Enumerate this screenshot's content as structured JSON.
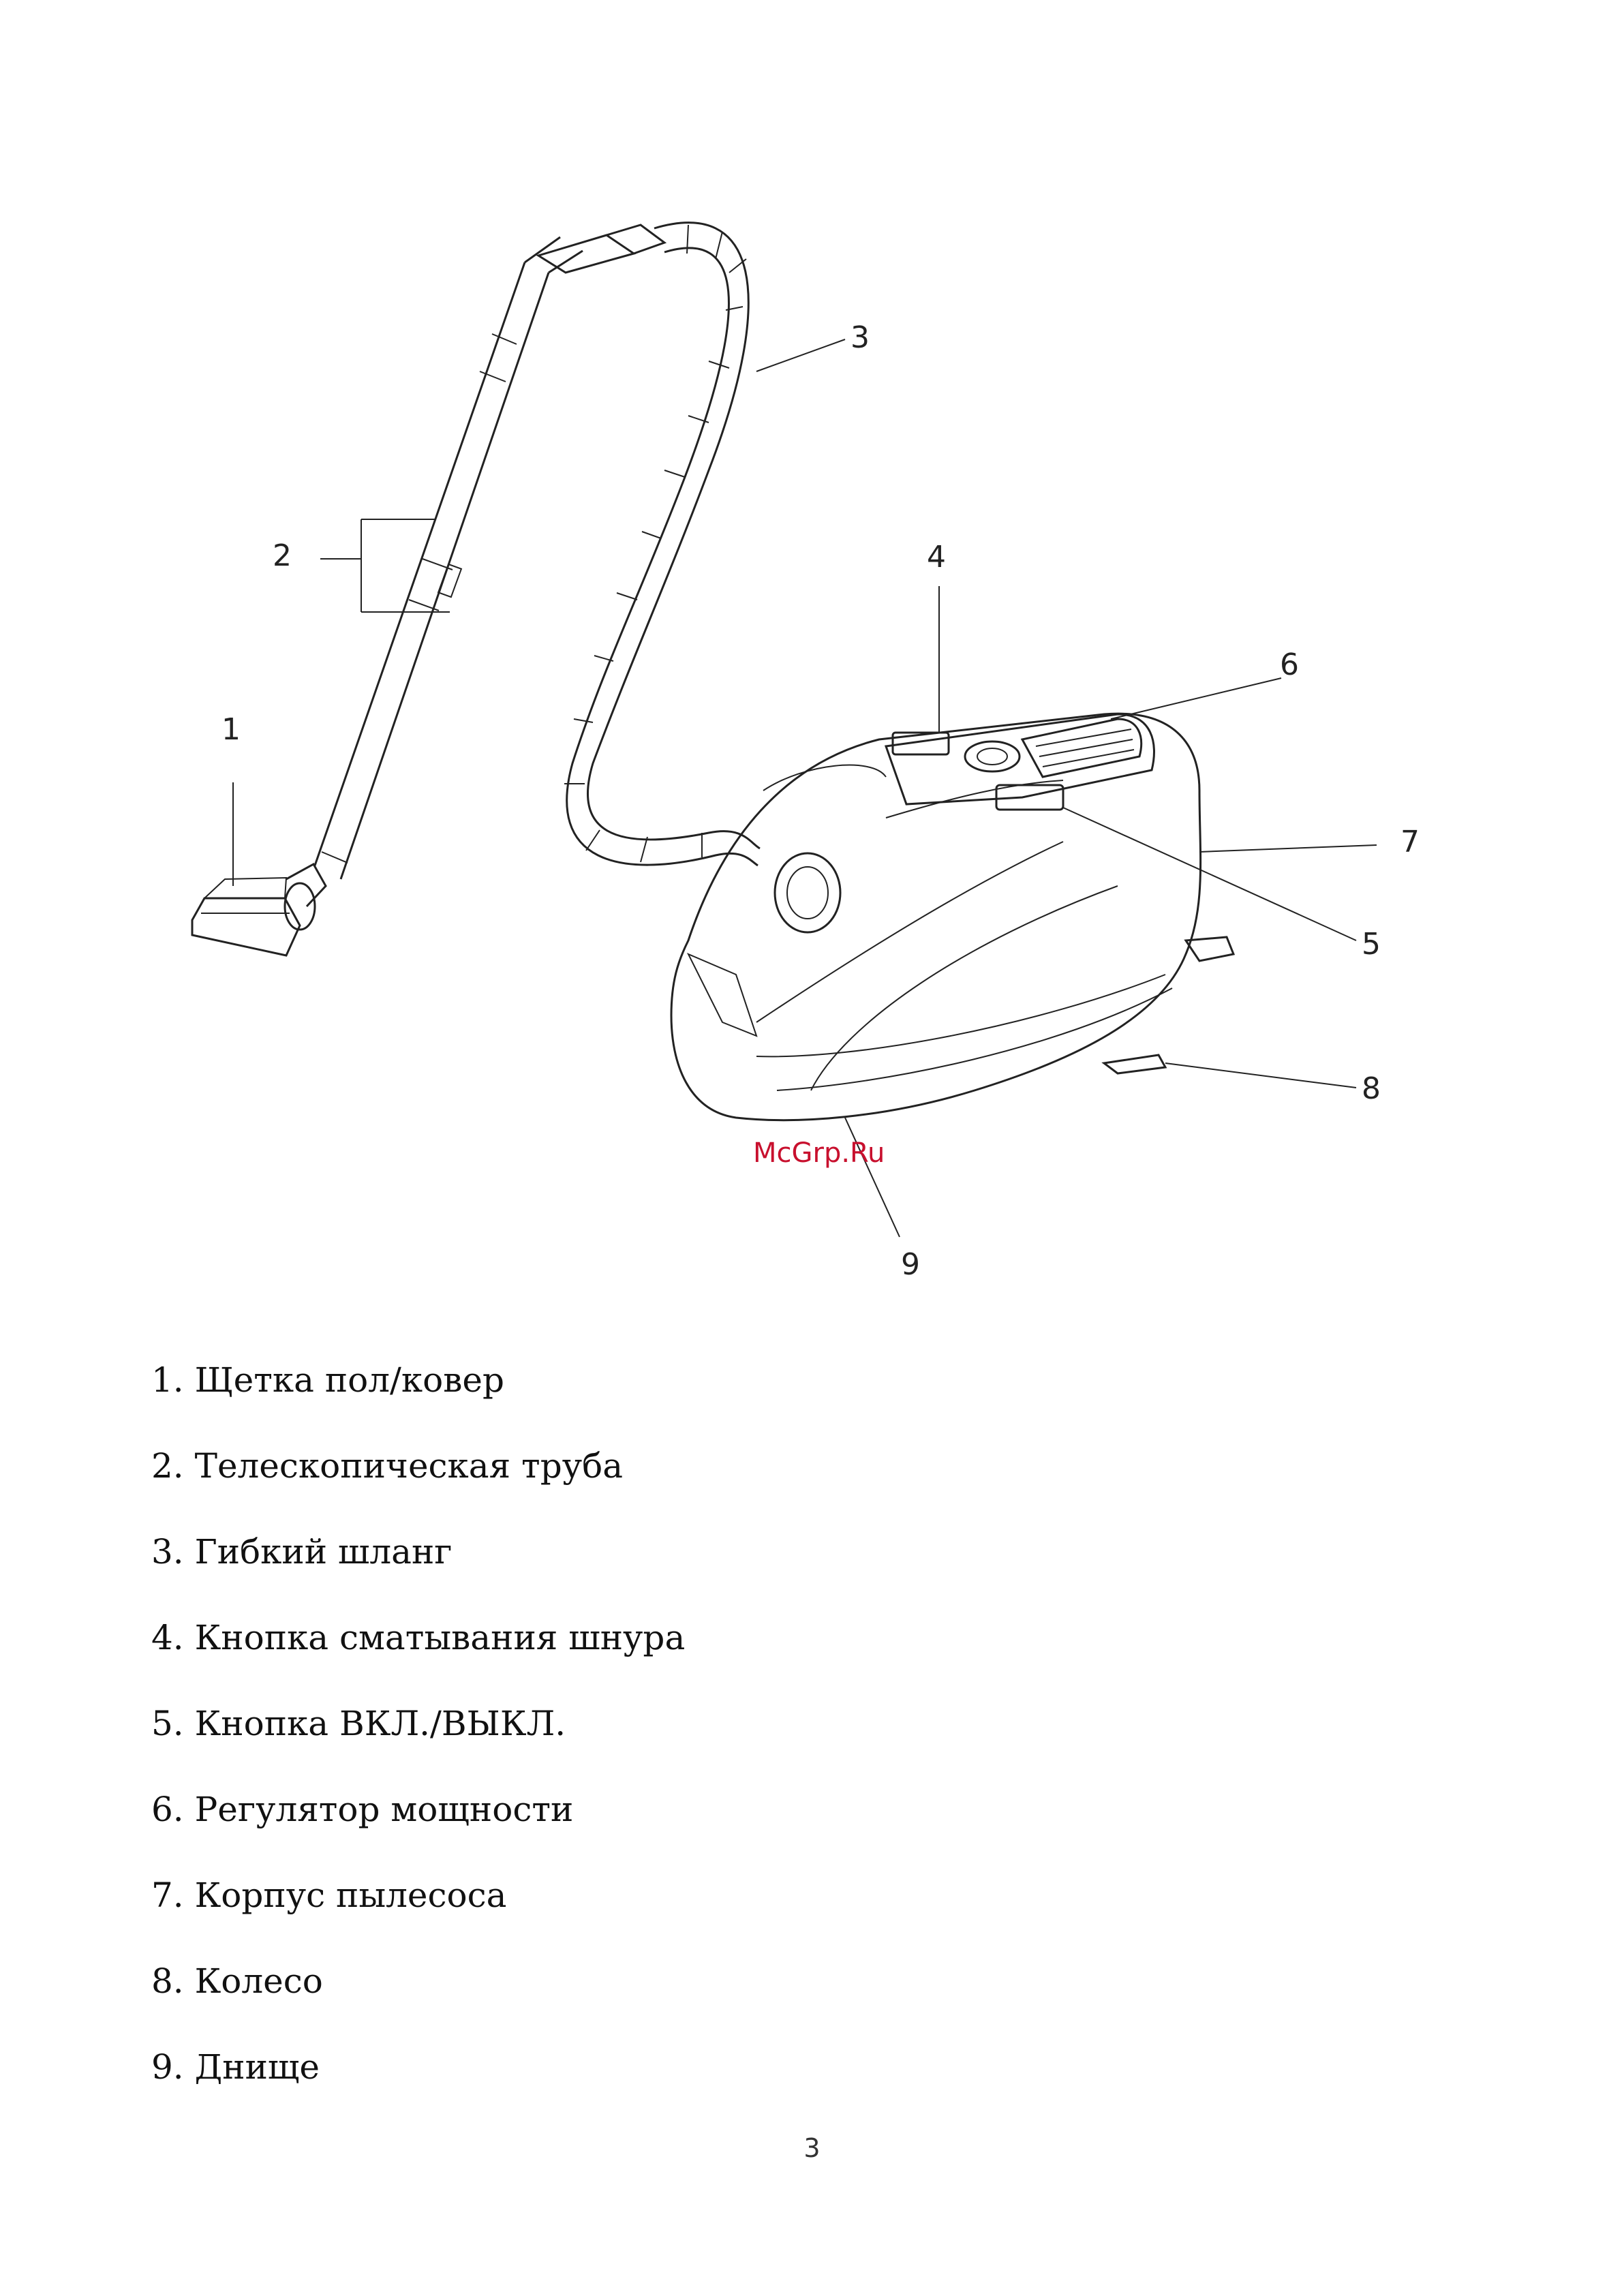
{
  "callouts": {
    "c1": "1",
    "c2": "2",
    "c3": "3",
    "c4": "4",
    "c5": "5",
    "c6": "6",
    "c7": "7",
    "c8": "8",
    "c9": "9"
  },
  "watermark": "McGrp.Ru",
  "legend": [
    "1. Щетка пол/ковер",
    "2. Телескопическая труба",
    "3. Гибкий шланг",
    "4. Кнопка сматывания шнура",
    "5. Кнопка ВКЛ./ВЫКЛ.",
    "6. Регулятор мощности",
    "7. Корпус пылесоса",
    "8. Колесо",
    "9. Днище"
  ],
  "page_number": "3"
}
